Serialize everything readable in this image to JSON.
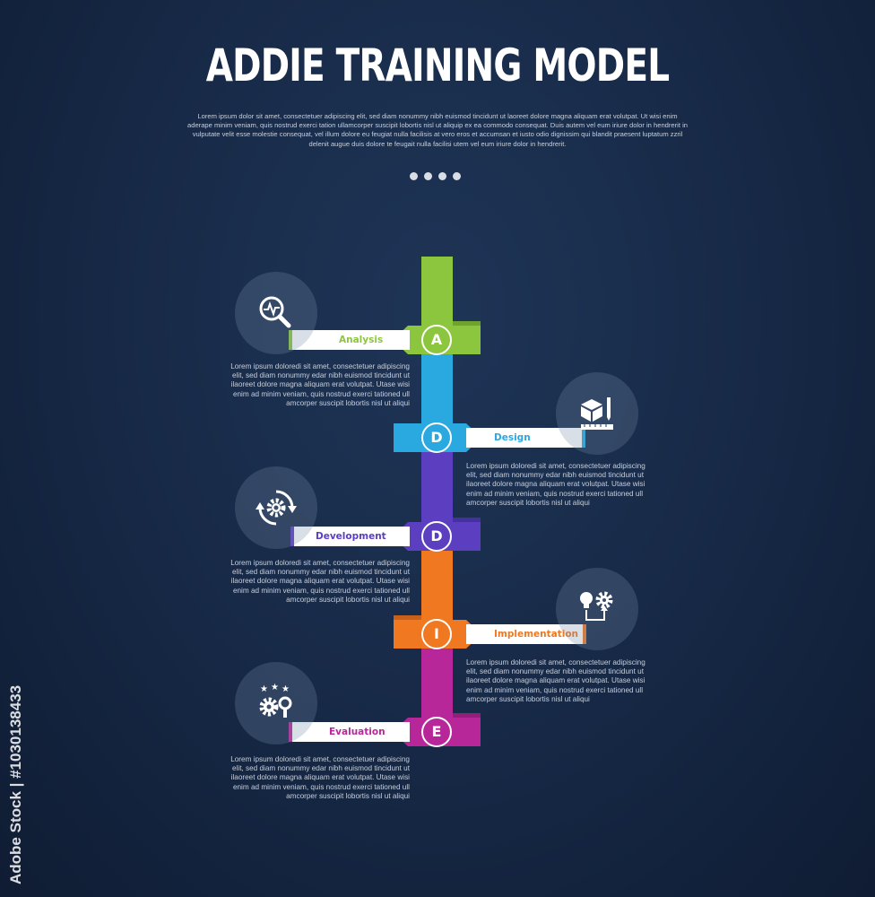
{
  "title": "ADDIE TRAINING MODEL",
  "intro": "Lorem ipsum dolor sit amet, consectetuer adipiscing elit, sed diam nonummy nibh euismod tincidunt ut laoreet dolore magna aliquam erat volutpat. Ut wisi enim aderape minim veniam, quis nostrud exerci tation ullamcorper suscipit lobortis nisl ut aliquip ex ea commodo consequat. Duis autem vel eum iriure dolor in hendrerit in vulputate velit esse molestie consequat, vel illum dolore eu feugiat nulla facilisis at vero eros et accumsan et iusto odio dignissim qui blandit praesent luptatum zzril delenit augue duis dolore te feugait nulla facilisi utem vel eum iriure dolor in hendrerit.",
  "steps": [
    {
      "letter": "A",
      "label": "Analysis",
      "color": "#8cc63f",
      "icon": "magnifier-pulse-icon",
      "desc": "Lorem ipsum doloredi sit amet, consectetuer adipiscing elit, sed diam nonummy edar nibh euismod tincidunt ut ilaoreet dolore magna aliquam erat volutpat. Utase wisi enim ad minim veniam, quis nostrud exerci tationed ull amcorper suscipit lobortis nisl ut aliqui"
    },
    {
      "letter": "D",
      "label": "Design",
      "color": "#29a9e0",
      "icon": "cube-ruler-pencil-icon",
      "desc": "Lorem ipsum doloredi sit amet, consectetuer adipiscing elit, sed diam nonummy edar nibh euismod tincidunt ut ilaoreet dolore magna aliquam erat volutpat. Utase wisi enim ad minim veniam, quis nostrud exerci tationed ull amcorper suscipit lobortis nisl ut aliqui"
    },
    {
      "letter": "D",
      "label": "Development",
      "color": "#5b3fc0",
      "icon": "gear-cycle-icon",
      "desc": "Lorem ipsum doloredi sit amet, consectetuer adipiscing elit, sed diam nonummy edar nibh euismod tincidunt ut ilaoreet dolore magna aliquam erat volutpat. Utase wisi enim ad minim veniam, quis nostrud exerci tationed ull amcorper suscipit lobortis nisl ut aliqui"
    },
    {
      "letter": "I",
      "label": "Implementation",
      "color": "#f07820",
      "icon": "bulb-gear-icon",
      "desc": "Lorem ipsum doloredi sit amet, consectetuer adipiscing elit, sed diam nonummy edar nibh euismod tincidunt ut ilaoreet dolore magna aliquam erat volutpat. Utase wisi enim ad minim veniam, quis nostrud exerci tationed ull amcorper suscipit lobortis nisl ut aliqui"
    },
    {
      "letter": "E",
      "label": "Evaluation",
      "color": "#b8279a",
      "icon": "stars-gear-search-icon",
      "desc": "Lorem ipsum doloredi sit amet, consectetuer adipiscing elit, sed diam nonummy edar nibh euismod tincidunt ut ilaoreet dolore magna aliquam erat volutpat. Utase wisi enim ad minim veniam, quis nostrud exerci tationed ull amcorper suscipit lobortis nisl ut aliqui"
    }
  ],
  "watermark": "Adobe Stock | #1030138433"
}
